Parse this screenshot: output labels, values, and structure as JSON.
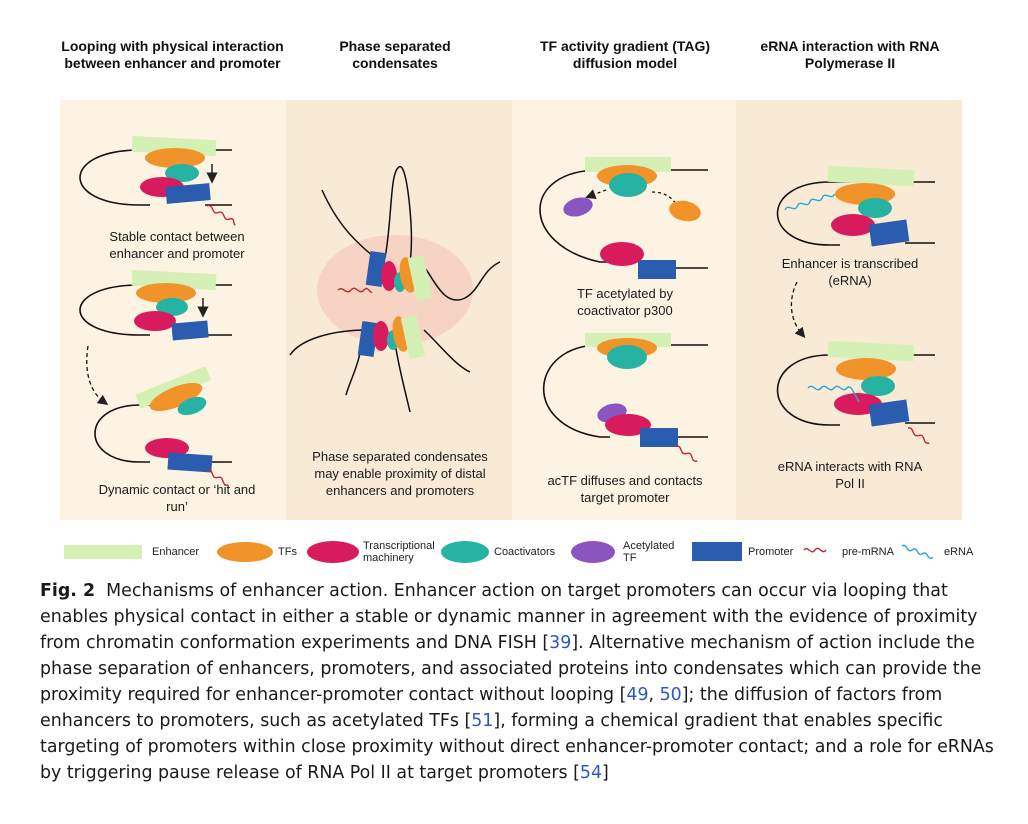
{
  "panels": [
    {
      "title": "Looping with physical interaction between enhancer and promoter",
      "labels": [
        "Stable contact between enhancer and promoter",
        "Dynamic contact or ‘hit and run’"
      ]
    },
    {
      "title": "Phase separated condensates",
      "labels": [
        "Phase separated condensates may enable proximity of distal enhancers and promoters"
      ]
    },
    {
      "title": "TF activity gradient (TAG) diffusion model",
      "labels": [
        "TF acetylated by coactivator p300",
        "acTF diffuses and contacts target promoter"
      ]
    },
    {
      "title": "eRNA interaction with RNA Polymerase II",
      "labels": [
        "Enhancer is transcribed (eRNA)",
        "eRNA interacts with RNA Pol II"
      ]
    }
  ],
  "legend": [
    {
      "label": "Enhancer",
      "icon": "enhancer-bar",
      "color": "#d4f0b4"
    },
    {
      "label": "TFs",
      "icon": "tf-ellipse",
      "color": "#f0942a"
    },
    {
      "label": "Transcriptional machinery",
      "icon": "machinery-ellipse",
      "color": "#d81b5c"
    },
    {
      "label": "Coactivators",
      "icon": "coactivator-ellipse",
      "color": "#27b3a4"
    },
    {
      "label": "Acetylated TF",
      "icon": "acetylated-tf-ellipse",
      "color": "#8a55c0"
    },
    {
      "label": "Promoter",
      "icon": "promoter-box",
      "color": "#2a5db0"
    },
    {
      "label": "pre-mRNA",
      "icon": "pre-mrna-squiggle",
      "color": "#c0282d"
    },
    {
      "label": "eRNA",
      "icon": "erna-squiggle",
      "color": "#2aa7d6"
    }
  ],
  "caption": {
    "fig_id": "Fig. 2",
    "segments": [
      {
        "text": "Mechanisms of enhancer action. Enhancer action on target promoters can occur via looping that enables physical contact in either a stable or dynamic manner in agreement with the evidence of proximity from chromatin conformation experiments and DNA FISH [",
        "ref": false
      },
      {
        "text": "39",
        "ref": true
      },
      {
        "text": "]. Alternative mechanism of action include the phase separation of enhancers, promoters, and associated proteins into condensates which can provide the proximity required for enhancer-promoter contact without looping [",
        "ref": false
      },
      {
        "text": "49",
        "ref": true
      },
      {
        "text": ", ",
        "ref": false
      },
      {
        "text": "50",
        "ref": true
      },
      {
        "text": "]; the diffusion of factors from enhancers to promoters, such as acetylated TFs [",
        "ref": false
      },
      {
        "text": "51",
        "ref": true
      },
      {
        "text": "], forming a chemical gradient that enables specific targeting of promoters within close proximity without direct enhancer-promoter contact; and a role for eRNAs by triggering pause release of RNA Pol II at target promoters [",
        "ref": false
      },
      {
        "text": "54",
        "ref": true
      },
      {
        "text": "]",
        "ref": false
      }
    ]
  },
  "colors": {
    "panel_bg": "#fdf3e3",
    "panel_bg_alt": "#f9ead6",
    "condensate": "#f7cfc0",
    "reference_link": "#2a57c9"
  }
}
